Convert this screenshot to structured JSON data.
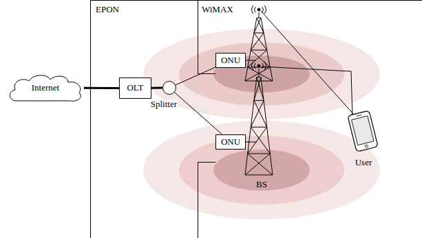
{
  "diagram": {
    "nodes": [
      {
        "text": [
          "Internet"
        ]
      },
      {
        "text": [
          "OLT"
        ]
      },
      {
        "text": [
          "Splitter"
        ]
      },
      {
        "text": [
          "ONU"
        ]
      },
      {
        "text": [
          "ONU"
        ]
      },
      {
        "text": [
          "User"
        ]
      }
    ],
    "edges": [
      {
        "from": 0,
        "to": 1,
        "arrow": "none"
      },
      {
        "from": 1,
        "to": 2,
        "arrow": "none"
      },
      {
        "from": 2,
        "to": 3,
        "arrow": "none"
      },
      {
        "from": 2,
        "to": 4,
        "arrow": "none"
      }
    ],
    "labels": [
      "EPON",
      "WiMAX",
      "BS"
    ]
  }
}
